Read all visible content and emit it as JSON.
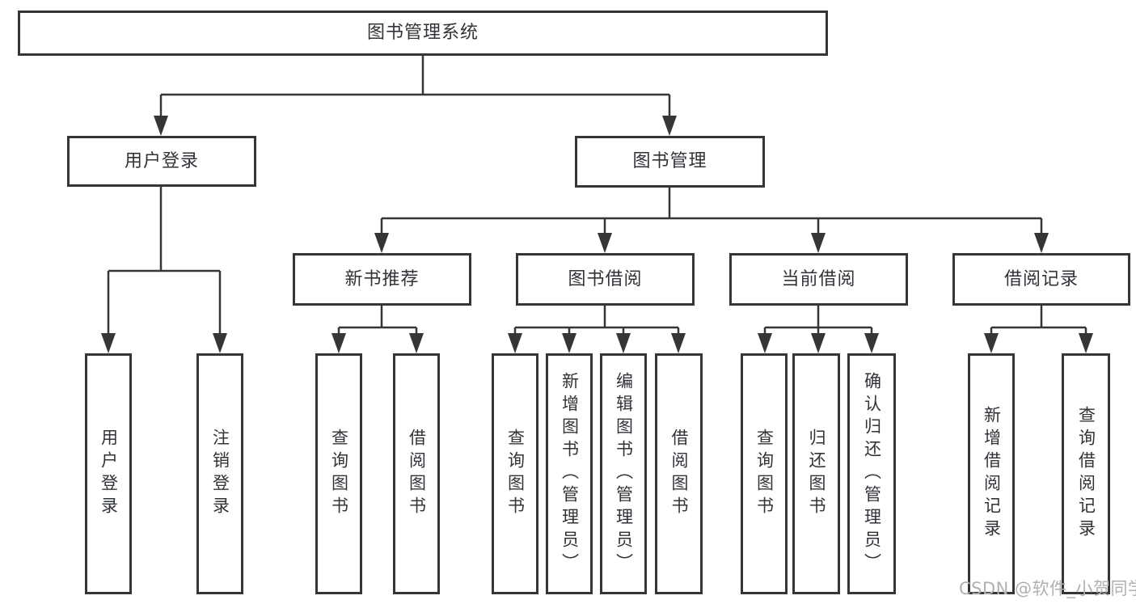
{
  "diagram": {
    "root": {
      "label": "图书管理系统"
    },
    "branches": [
      {
        "label": "用户登录",
        "children": [
          {
            "label": "用户登录"
          },
          {
            "label": "注销登录"
          }
        ]
      },
      {
        "label": "图书管理",
        "children": [
          {
            "label": "新书推荐",
            "children": [
              {
                "label": "查询图书"
              },
              {
                "label": "借阅图书"
              }
            ]
          },
          {
            "label": "图书借阅",
            "children": [
              {
                "label": "查询图书"
              },
              {
                "label": "新增图书（管理员）"
              },
              {
                "label": "编辑图书（管理员）"
              },
              {
                "label": "借阅图书"
              }
            ]
          },
          {
            "label": "当前借阅",
            "children": [
              {
                "label": "查询图书"
              },
              {
                "label": "归还图书"
              },
              {
                "label": "确认归还（管理员）"
              }
            ]
          },
          {
            "label": "借阅记录",
            "children": [
              {
                "label": "新增借阅记录"
              },
              {
                "label": "查询借阅记录"
              }
            ]
          }
        ]
      }
    ],
    "watermark": "CSDN @软件_小贺同学",
    "colors": {
      "line": "#363636",
      "text": "#303338",
      "watermark": "#b0b0b0",
      "background": "#ffffff"
    }
  }
}
